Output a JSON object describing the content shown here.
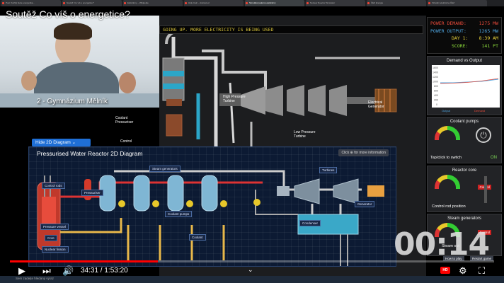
{
  "browser": {
    "tabs": [
      "Post: Každý bude energetika...",
      "Soutěž: Co víš o energetice?",
      "Elektrárny – Wikipedie",
      "Hide Calc – Advanced",
      "Simulátor jaderné elektrárny",
      "Nuclear Reactor Simulator",
      "ČEZ Energie",
      "Virtuální elektrárna ČEZ"
    ]
  },
  "video": {
    "title": "Soutěž Co víš o energetice?",
    "webcam_caption": "2 - Gymnázium Mělník",
    "timer": "00:14",
    "current_time": "34:31",
    "duration": "1:53:20",
    "progress": 0.305
  },
  "simulator": {
    "ticker": "GOING UP. MORE ELECTRICITY IS BEING USED",
    "status": {
      "power_demand_label": "POWER DEMAND:",
      "power_demand_value": "1275 MW",
      "power_output_label": "POWER OUTPUT:",
      "power_output_value": "1265 MW",
      "day_label": "DAY 1:",
      "day_time": "8:39 AM",
      "score_label": "SCORE:",
      "score_value": "141 PT"
    },
    "demand_chart": {
      "title": "Demand vs Output",
      "legend_output": "Output",
      "legend_demand": "Demand",
      "yticks": [
        "1600",
        "1400",
        "1200",
        "1000",
        "800",
        "600",
        "400",
        "200",
        "0"
      ]
    },
    "coolant_pumps": {
      "title": "Coolant pumps",
      "footer": "Tap/click to switch",
      "state": "ON"
    },
    "reactor_core": {
      "title": "Reactor core",
      "tag": "Control",
      "footer": "Control rod position"
    },
    "steam_generators": {
      "title": "Steam generators",
      "tag": "Control",
      "footer": "Steam out"
    },
    "background_labels": {
      "high_pressure_turbine": "High Pressure Turbine",
      "low_pressure_turbine": "Low Pressure Turbine",
      "electrical_generator": "Electrical Generator",
      "coolant_pressuriser": "Coolant Pressuriser",
      "control": "Control"
    },
    "bottom_buttons": [
      "How to play",
      "Restart game"
    ]
  },
  "diagram": {
    "toggle_label": "Hide 2D Diagram",
    "title": "Pressurised Water Reactor 2D Diagram",
    "info_button": "Click ⊕ for more information",
    "labels": {
      "control_rods": "Control rods",
      "pressuriser": "Pressuriser",
      "steam_generators": "Steam generators",
      "turbines": "Turbines",
      "generator": "Generator",
      "coolant_pumps": "Coolant pumps",
      "coolant": "Coolant",
      "condenser": "Condenser",
      "pressure_vessel": "Pressure vessel",
      "core": "Core",
      "nuclear_fission": "Nuclear fission"
    }
  },
  "taskbar": {
    "search_placeholder": "Sem zadejte hledaný výraz"
  },
  "colors": {
    "accent_red": "#e84a3a",
    "accent_blue": "#4fa6e0",
    "accent_yellow": "#e8d23a",
    "accent_green": "#8ad83a",
    "diagram_bg": "#0c1a33"
  }
}
